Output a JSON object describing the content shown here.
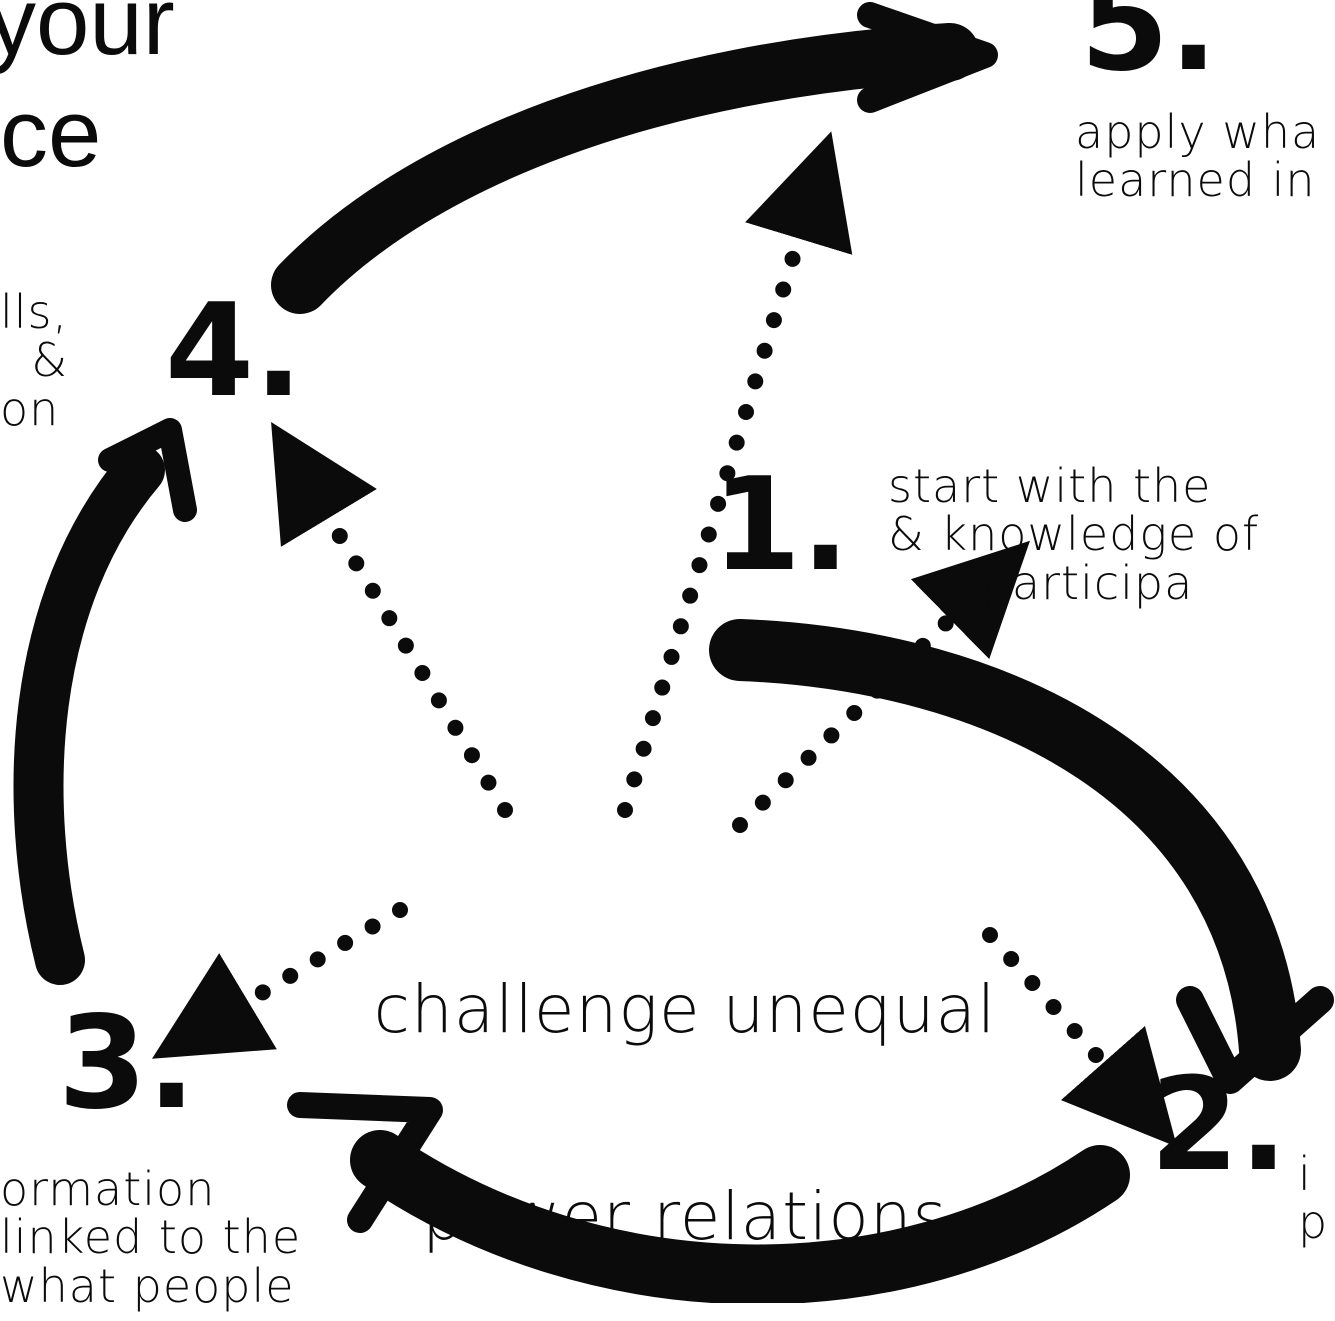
{
  "title": {
    "line1": "your",
    "line2": "ce"
  },
  "steps": [
    {
      "number": "1.",
      "text": "start with the\n& knowledge of\n      participa"
    },
    {
      "number": "2.",
      "text": "i\np"
    },
    {
      "number": "3.",
      "text": "ormation\nlinked to the\nwhat people"
    },
    {
      "number": "4.",
      "text": "lls,\n  &\non"
    },
    {
      "number": "5.",
      "text": "apply wha\nlearned in"
    }
  ],
  "center": {
    "line1": "challenge unequal",
    "line2": "power relations"
  },
  "colors": {
    "ink": "#0b0b0b",
    "paper": "#ffffff"
  }
}
